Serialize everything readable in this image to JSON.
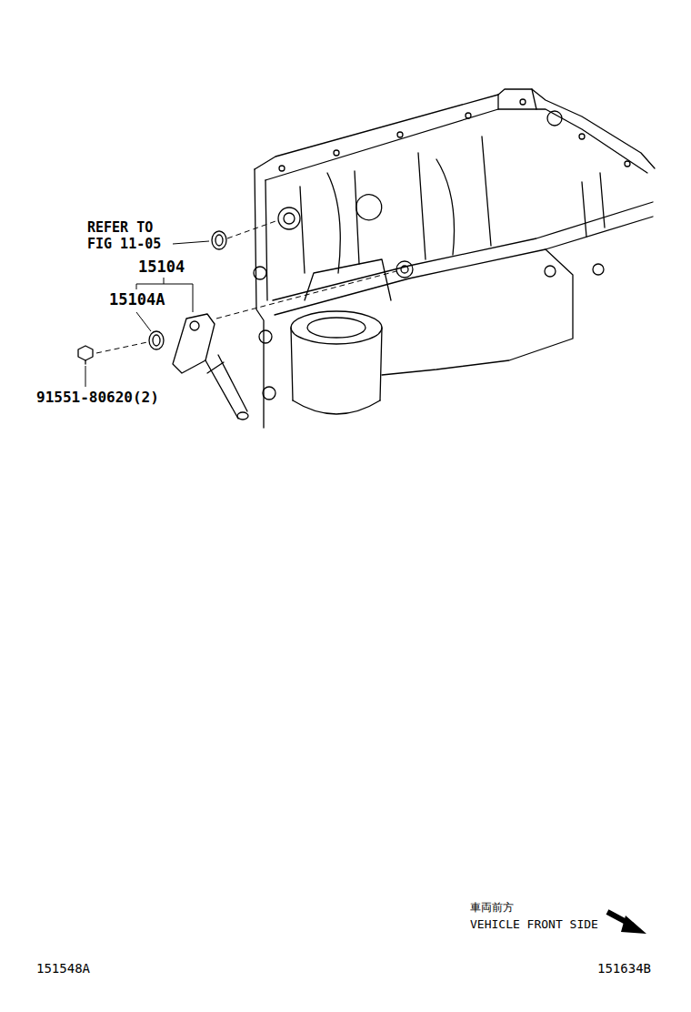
{
  "diagram": {
    "labels": [
      "REFER TO FIG 11-05",
      "15104",
      "15104A",
      "91551-80620(2)",
      "車両前方",
      "VEHICLE FRONT SIDE",
      "151548A",
      "151634B"
    ]
  }
}
